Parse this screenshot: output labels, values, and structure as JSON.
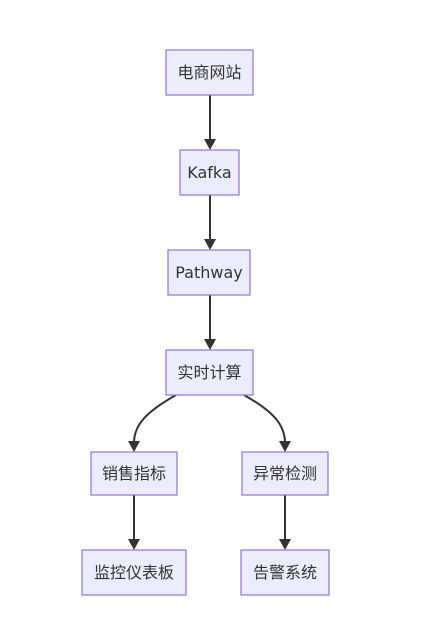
{
  "nodes": [
    {
      "id": "ecommerce",
      "label": "电商网站"
    },
    {
      "id": "kafka",
      "label": "Kafka"
    },
    {
      "id": "pathway",
      "label": "Pathway"
    },
    {
      "id": "realtime",
      "label": "实时计算"
    },
    {
      "id": "sales",
      "label": "销售指标"
    },
    {
      "id": "anomaly",
      "label": "异常检测"
    },
    {
      "id": "dashboard",
      "label": "监控仪表板"
    },
    {
      "id": "alert",
      "label": "告警系统"
    }
  ],
  "edges": [
    {
      "from": "ecommerce",
      "to": "kafka"
    },
    {
      "from": "kafka",
      "to": "pathway"
    },
    {
      "from": "pathway",
      "to": "realtime"
    },
    {
      "from": "realtime",
      "to": "sales"
    },
    {
      "from": "realtime",
      "to": "anomaly"
    },
    {
      "from": "sales",
      "to": "dashboard"
    },
    {
      "from": "anomaly",
      "to": "alert"
    }
  ],
  "colors": {
    "node_fill": "#ececff",
    "node_stroke": "#9370db",
    "edge": "#333333",
    "text": "#333333"
  }
}
